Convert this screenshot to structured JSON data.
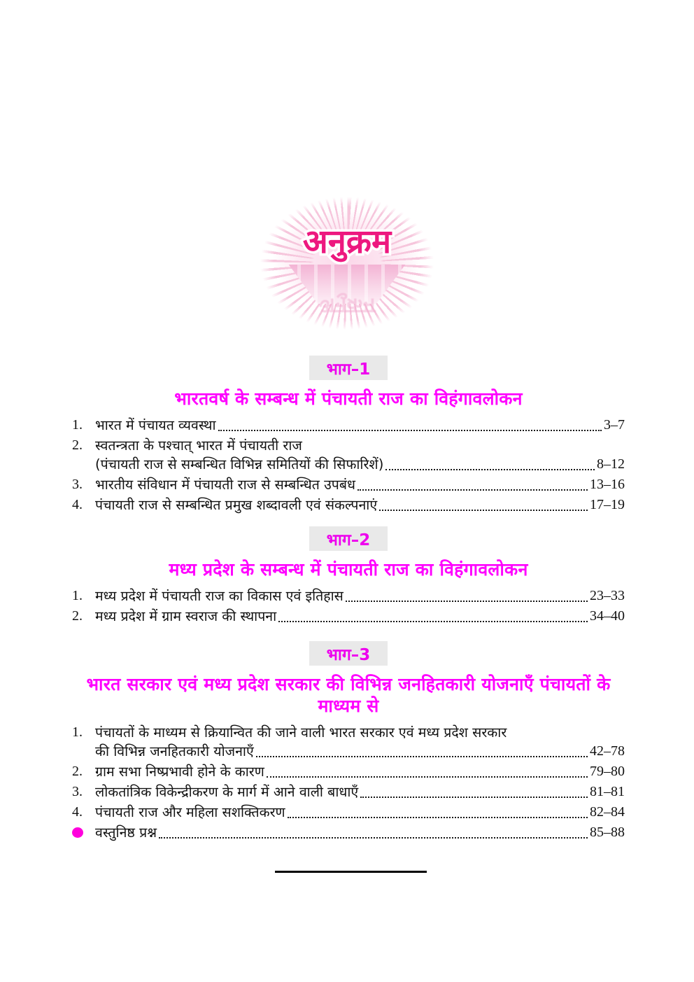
{
  "masthead": {
    "title": "अनुक्रम"
  },
  "colors": {
    "title_pink": "#ed187f",
    "rays_pink": "#f6c6dc",
    "part_label_magenta": "#ee00ee",
    "part_label_bg": "#e9e9e9",
    "heading_magenta": "#ff00ff",
    "bullet_magenta": "#ff00dd",
    "body_text": "#111111"
  },
  "sections": [
    {
      "label": "भाग–1",
      "heading": "भारतवर्ष के सम्बन्ध में पंचायती राज का विहंगावलोकन",
      "items": [
        {
          "num": "1.",
          "lines": [
            "भारत में पंचायत व्यवस्था"
          ],
          "pages": "3–7"
        },
        {
          "num": "2.",
          "lines": [
            "स्वतन्त्रता के पश्चात् भारत में पंचायती राज",
            "(पंचायती राज से सम्बन्धित विभिन्न समितियों की सिफारिशें)"
          ],
          "pages": "8–12"
        },
        {
          "num": "3.",
          "lines": [
            "भारतीय संविधान में पंचायती राज से सम्बन्धित उपबंध"
          ],
          "pages": "13–16"
        },
        {
          "num": "4.",
          "lines": [
            "पंचायती राज से सम्बन्धित प्रमुख शब्दावली एवं संकल्पनाएं"
          ],
          "pages": "17–19"
        }
      ]
    },
    {
      "label": "भाग–2",
      "heading": "मध्य प्रदेश के सम्बन्ध में पंचायती राज का विहंगावलोकन",
      "items": [
        {
          "num": "1.",
          "lines": [
            "मध्य प्रदेश में पंचायती राज का विकास एवं इतिहास"
          ],
          "pages": "23–33"
        },
        {
          "num": "2.",
          "lines": [
            "मध्य प्रदेश में ग्राम स्वराज की स्थापना"
          ],
          "pages": "34–40"
        }
      ]
    },
    {
      "label": "भाग–3",
      "heading": "भारत सरकार एवं मध्य प्रदेश सरकार की विभिन्न जनहितकारी योजनाएँ पंचायतों के माध्यम से",
      "items": [
        {
          "num": "1.",
          "lines": [
            "पंचायतों के माध्यम से क्रियान्वित की जाने वाली भारत सरकार एवं मध्य प्रदेश सरकार",
            "की विभिन्न जनहितकारी योजनाएँ "
          ],
          "pages": "42–78"
        },
        {
          "num": "2.",
          "lines": [
            "ग्राम सभा निष्प्रभावी होने के कारण"
          ],
          "pages": "79–80"
        },
        {
          "num": "3.",
          "lines": [
            "लोकतांत्रिक विकेन्द्रीकरण के मार्ग में आने वाली बाधाएँ"
          ],
          "pages": "81–81"
        },
        {
          "num": "4.",
          "lines": [
            "पंचायती राज और महिला सशक्तिकरण"
          ],
          "pages": "82–84"
        },
        {
          "num": "",
          "bullet": true,
          "lines": [
            "वस्तुनिष्ठ प्रश्न"
          ],
          "pages": "85–88"
        }
      ]
    }
  ]
}
